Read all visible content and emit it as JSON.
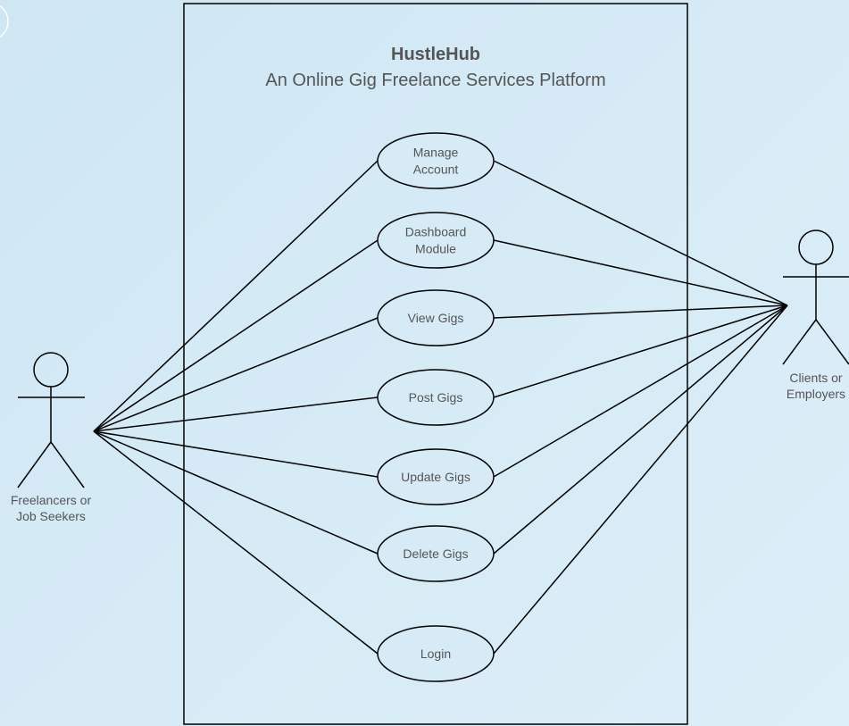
{
  "system": {
    "title": "HustleHub",
    "subtitle": "An Online Gig Freelance Services Platform"
  },
  "actors": {
    "left": {
      "lines": [
        "Freelancers or",
        "Job Seekers"
      ]
    },
    "right": {
      "lines": [
        "Clients or",
        "Employers"
      ]
    }
  },
  "use_cases": [
    {
      "id": "manage-account",
      "lines": [
        "Manage",
        "Account"
      ]
    },
    {
      "id": "dashboard-module",
      "lines": [
        "Dashboard",
        "Module"
      ]
    },
    {
      "id": "view-gigs",
      "lines": [
        "View Gigs"
      ]
    },
    {
      "id": "post-gigs",
      "lines": [
        "Post Gigs"
      ]
    },
    {
      "id": "update-gigs",
      "lines": [
        "Update Gigs"
      ]
    },
    {
      "id": "delete-gigs",
      "lines": [
        "Delete Gigs"
      ]
    },
    {
      "id": "login",
      "lines": [
        "Login"
      ]
    }
  ],
  "colors": {
    "stroke": "#000000",
    "text": "#555555",
    "ellipse_fill": "#d6ebf6"
  }
}
